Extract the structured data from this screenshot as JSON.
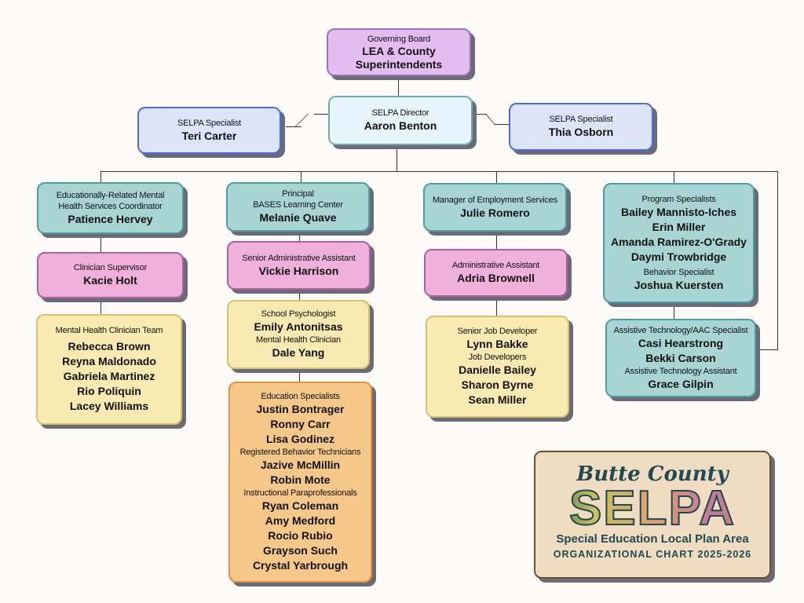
{
  "governing": {
    "title": "Governing Board",
    "names": [
      "LEA & County",
      "Superintendents"
    ]
  },
  "director": {
    "title": "SELPA Director",
    "name": "Aaron Benton"
  },
  "spec_left": {
    "title": "SELPA Specialist",
    "name": "Teri Carter"
  },
  "spec_right": {
    "title": "SELPA Specialist",
    "name": "Thia Osborn"
  },
  "col1": {
    "ermhs": {
      "title1": "Educationally-Related Mental",
      "title2": "Health Services Coordinator",
      "name": "Patience Hervey"
    },
    "clin_sup": {
      "title": "Clinician Supervisor",
      "name": "Kacie Holt"
    },
    "team": {
      "title": "Mental Health Clinician Team",
      "names": [
        "Rebecca Brown",
        "Reyna Maldonado",
        "Gabriela Martinez",
        "Rio Poliquin",
        "Lacey Williams"
      ]
    }
  },
  "col2": {
    "principal": {
      "title1": "Principal",
      "title2": "BASES Learning Center",
      "name": "Melanie Quave"
    },
    "senior_admin": {
      "title": "Senior Administrative Assistant",
      "name": "Vickie Harrison"
    },
    "psych": {
      "title": "School Psychologist",
      "name": "Emily Antonitsas",
      "title2": "Mental Health Clinician",
      "name2": "Dale Yang"
    },
    "edspec": {
      "title": "Education Specialists",
      "names": [
        "Justin Bontrager",
        "Ronny Carr",
        "Lisa Godinez"
      ],
      "title2": "Registered Behavior Technicians",
      "names2": [
        "Jazive McMillin",
        "Robin Mote"
      ],
      "title3": "Instructional Paraprofessionals",
      "names3": [
        "Ryan Coleman",
        "Amy Medford",
        "Rocio Rubio",
        "Grayson Such",
        "Crystal Yarbrough"
      ]
    }
  },
  "col3": {
    "manager": {
      "title": "Manager of Employment Services",
      "name": "Julie Romero"
    },
    "admin": {
      "title": "Administrative Assistant",
      "name": "Adria Brownell"
    },
    "jobs": {
      "title": "Senior Job Developer",
      "name": "Lynn Bakke",
      "title2": "Job Developers",
      "names": [
        "Danielle Bailey",
        "Sharon Byrne",
        "Sean Miller"
      ]
    }
  },
  "col4": {
    "program": {
      "title": "Program Specialists",
      "names": [
        "Bailey Mannisto-Iches",
        "Erin Miller",
        "Amanda Ramirez-O'Grady",
        "Daymi Trowbridge"
      ],
      "title2": "Behavior Specialist",
      "name2": "Joshua Kuersten"
    },
    "at": {
      "title": "Assistive Technology/AAC Specialist",
      "names": [
        "Casi Hearstrong",
        "Bekki Carson"
      ],
      "title2": "Assistive Technology Assistant",
      "name2": "Grace Gilpin"
    }
  },
  "logo": {
    "line1": "Butte County",
    "line2": "SELPA",
    "line3": "Special Education Local Plan Area",
    "line4": "ORGANIZATIONAL CHART 2025-2026"
  }
}
